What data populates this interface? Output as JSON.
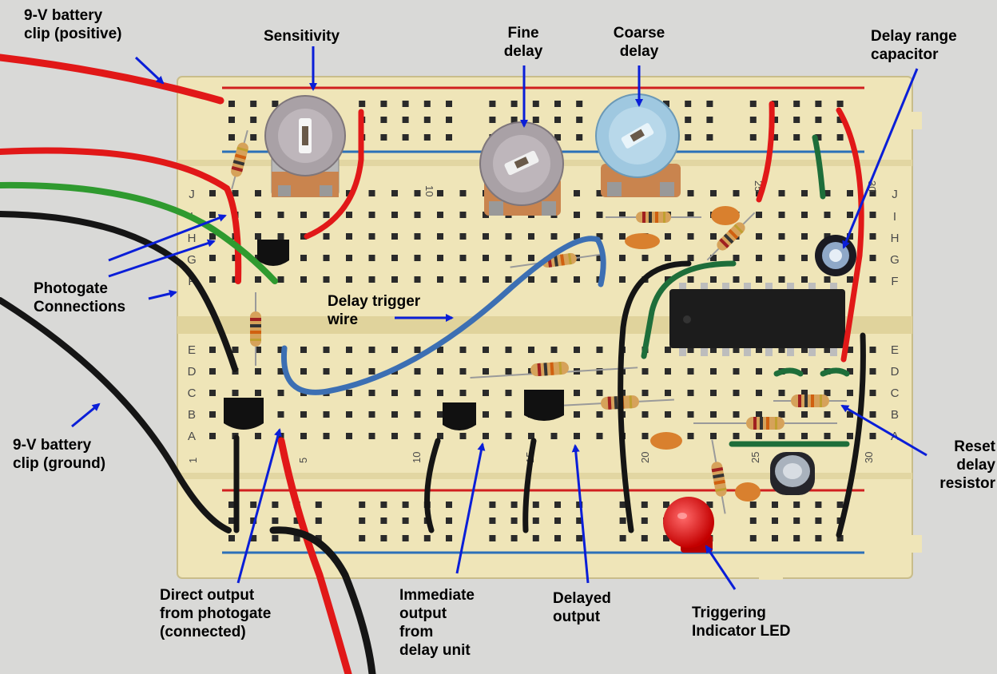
{
  "labels": {
    "battery_positive": "9-V battery\nclip (positive)",
    "sensitivity": "Sensitivity",
    "fine_delay": "Fine\ndelay",
    "coarse_delay": "Coarse\ndelay",
    "delay_range_capacitor": "Delay range\ncapacitor",
    "photogate_connections": "Photogate\nConnections",
    "delay_trigger_wire": "Delay trigger\nwire",
    "battery_ground": "9-V battery\nclip (ground)",
    "reset_delay_resistor": "Reset\ndelay\nresistor",
    "direct_output": "Direct output\nfrom photogate\n(connected)",
    "immediate_output": "Immediate\noutput\nfrom\ndelay unit",
    "delayed_output": "Delayed\noutput",
    "triggering_led": "Triggering\nIndicator LED"
  },
  "board": {
    "row_letters_top": [
      "J",
      "I",
      "H",
      "G",
      "F"
    ],
    "row_letters_bottom": [
      "E",
      "D",
      "C",
      "B",
      "A"
    ],
    "column_numbers_left": [
      "1",
      "5",
      "10",
      "15",
      "20",
      "25",
      "30"
    ],
    "column_numbers_right": [
      "25",
      "30"
    ]
  },
  "colors": {
    "board": "#efe5b8",
    "rail_red": "#d02020",
    "rail_blue": "#2b70b8",
    "wire_red": "#e11818",
    "wire_black": "#151515",
    "wire_green": "#2f9a2f",
    "wire_blue": "#3c6fb3",
    "arrow": "#0a1ed8"
  }
}
